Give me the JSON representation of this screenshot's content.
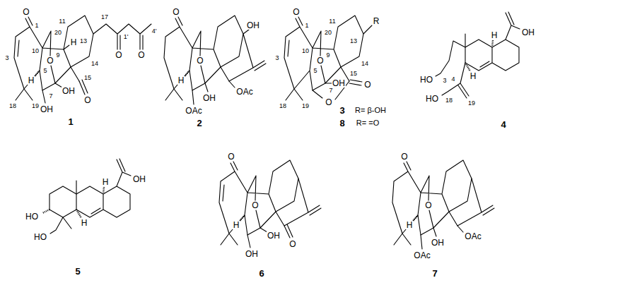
{
  "diagram": {
    "labels": [
      "O",
      "1",
      "20",
      "11",
      "H",
      "13",
      "17",
      "1'",
      "4'",
      "O",
      "O",
      "O",
      "9",
      "10",
      "3",
      "5",
      "H",
      "14",
      "15",
      "7",
      "OH",
      "O",
      "OH",
      "18",
      "19",
      "1",
      "O",
      "OH",
      "O",
      "OAc",
      "H",
      "OH",
      "OAc",
      "2",
      "O",
      "1",
      "20",
      "11",
      "R",
      "13",
      "9",
      "10",
      "14",
      "O",
      "3",
      "5",
      "15",
      "O",
      "7",
      "OH",
      "O",
      "18",
      "19",
      "3",
      "R= β-OH",
      "8",
      "R= =O",
      "OH",
      "H",
      "HO",
      "3",
      "4",
      "H",
      "HO",
      "18",
      "19",
      "4",
      "OH",
      "H",
      "HO",
      "HO",
      "H",
      "5",
      "O",
      "O",
      "O",
      "OH",
      "OH",
      "H",
      "6",
      "O",
      "O",
      "OAc",
      "OH",
      "OAc",
      "H",
      "7"
    ]
  }
}
